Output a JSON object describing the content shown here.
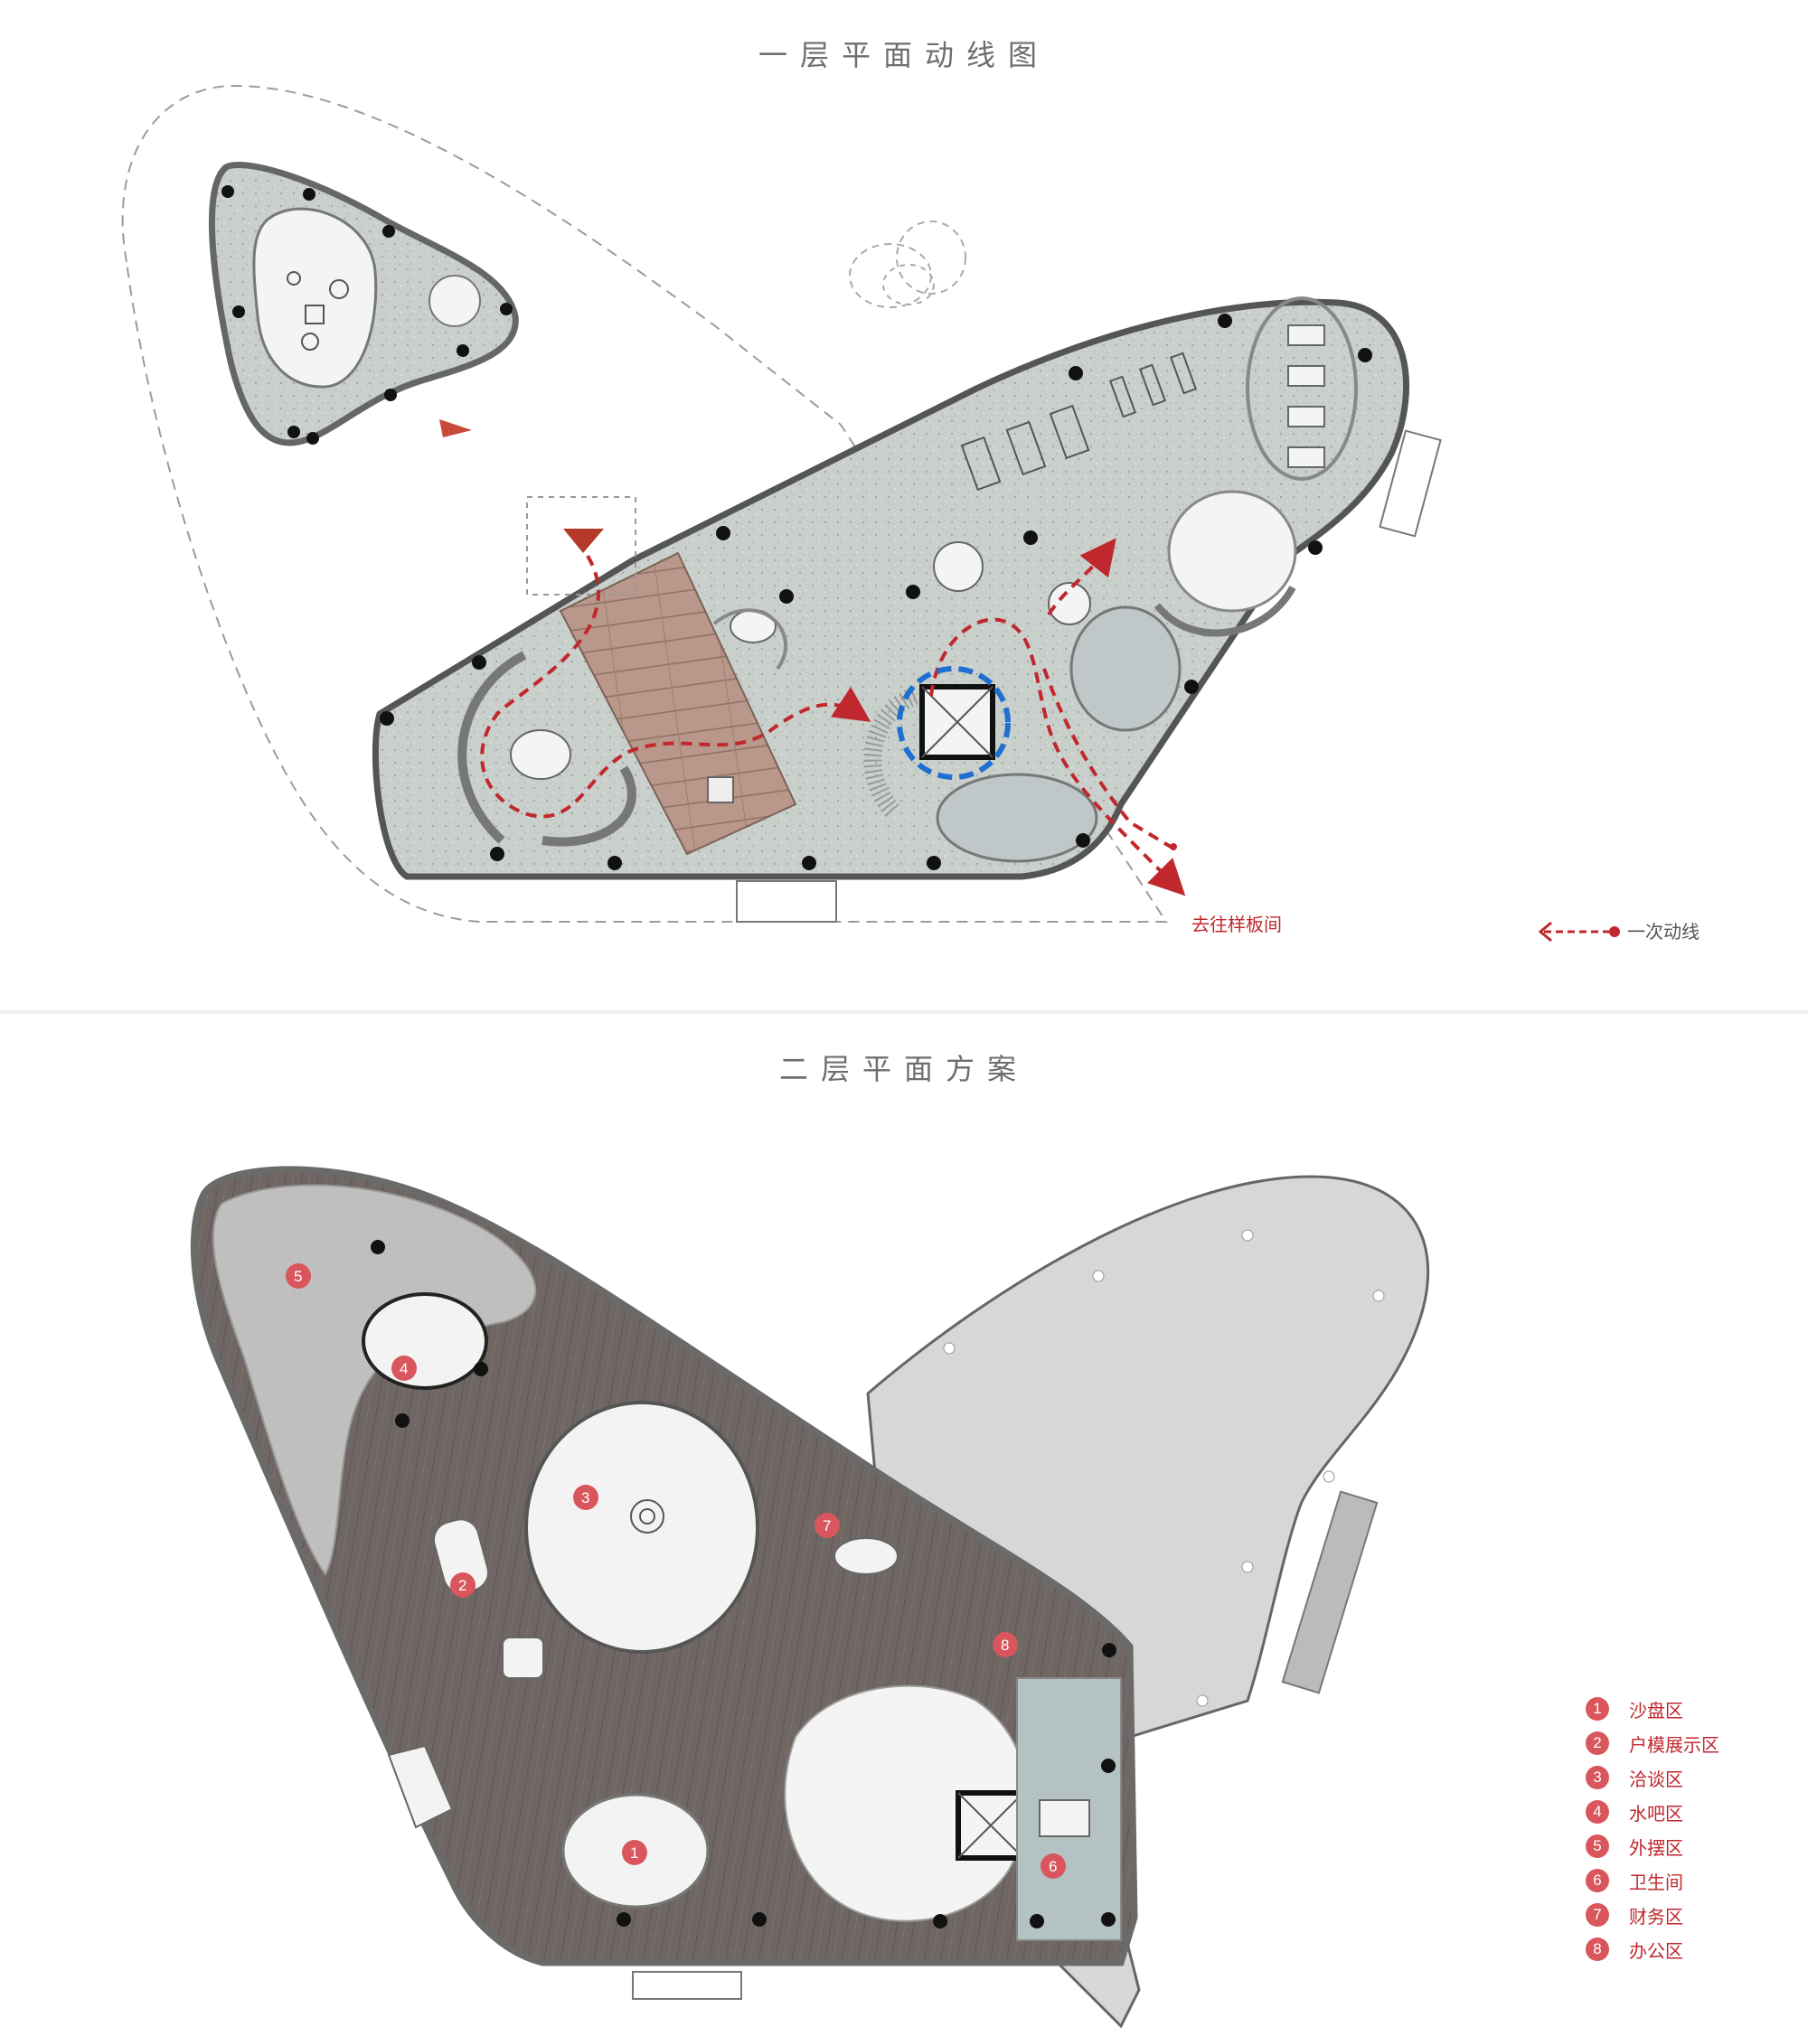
{
  "floor1": {
    "title": "一层平面动线图",
    "destination_label": "去往样板间",
    "legend_label": "一次动线",
    "flow_color": "#c0282d",
    "focus_circle_color": "#1f6fd1"
  },
  "floor2": {
    "title": "二层平面方案",
    "marker_color": "#d9565c",
    "legend": [
      {
        "num": "1",
        "label": "沙盘区"
      },
      {
        "num": "2",
        "label": "户模展示区"
      },
      {
        "num": "3",
        "label": "洽谈区"
      },
      {
        "num": "4",
        "label": "水吧区"
      },
      {
        "num": "5",
        "label": "外摆区"
      },
      {
        "num": "6",
        "label": "卫生间"
      },
      {
        "num": "7",
        "label": "财务区"
      },
      {
        "num": "8",
        "label": "办公区"
      }
    ]
  }
}
